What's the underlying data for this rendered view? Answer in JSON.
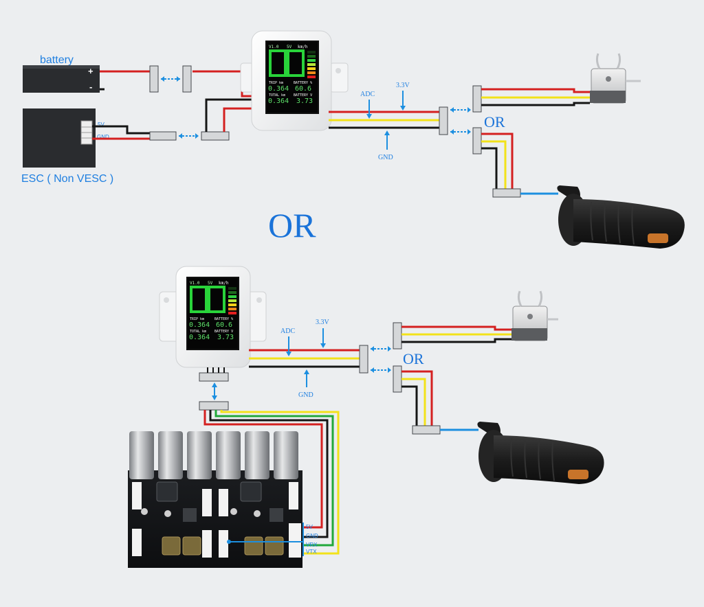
{
  "colors": {
    "background": "#eceef0",
    "wire_red": "#d42020",
    "wire_yellow": "#f2e21a",
    "wire_black": "#151515",
    "wire_green": "#21a83a",
    "wire_blue": "#1c8fe0",
    "label_blue": "#1f7fe0",
    "or_blue": "#1a73d9"
  },
  "top": {
    "battery_label": "battery",
    "battery_plus": "+",
    "battery_minus": "-",
    "esc_label": "ESC ( Non VESC )",
    "esc_pin_5v": "5V",
    "esc_pin_gnd": "GND",
    "adc_label": "ADC",
    "v33_label": "3.3V",
    "gnd_label": "GND",
    "or_small": "OR"
  },
  "or_big": "OR",
  "bottom": {
    "adc_label": "ADC",
    "v33_label": "3.3V",
    "gnd_label": "GND",
    "or_small": "OR",
    "pcb_pins": [
      "5V",
      "GND",
      "VRX",
      "VTX"
    ]
  },
  "display": {
    "header_v": "V1.0",
    "header_mid": "5V",
    "header_unit": "km/h",
    "speed_digits": "00",
    "trip_label": "TRIP km",
    "trip_value": "0.364",
    "battery_pct_label": "BATTERY %",
    "battery_pct_value": "60.6",
    "total_label": "TOTAL km",
    "total_value": "0.364",
    "battery_v_label": "BATTERY V",
    "battery_v_value": "3.73"
  }
}
